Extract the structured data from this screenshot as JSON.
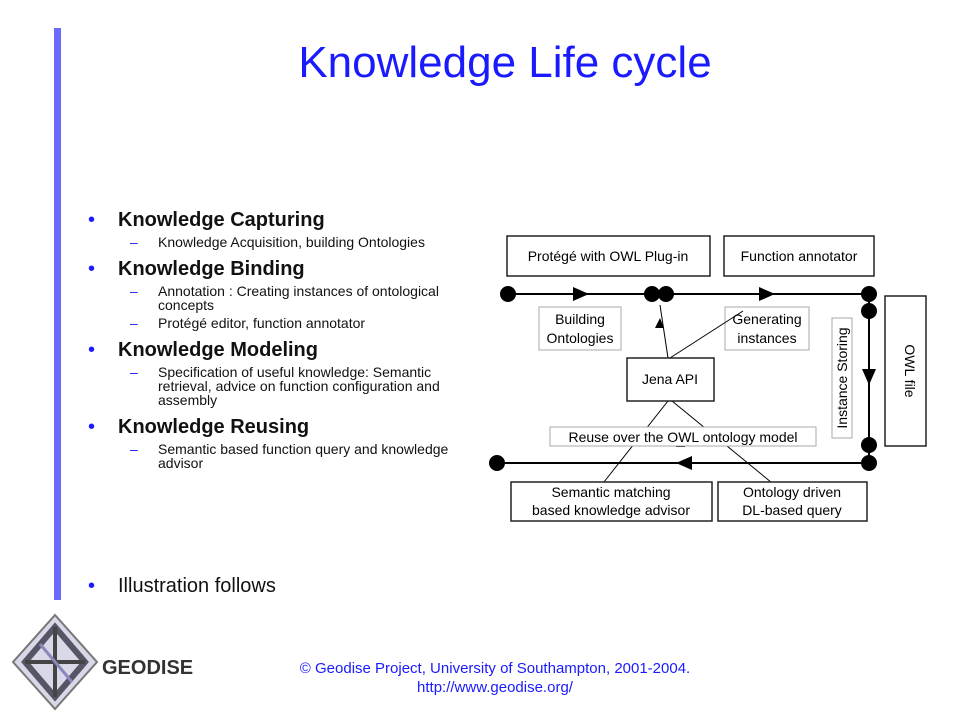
{
  "title": "Knowledge Life cycle",
  "bullets": [
    {
      "label": "Knowledge Capturing",
      "subs": [
        "Knowledge Acquisition, building Ontologies"
      ]
    },
    {
      "label": "Knowledge Binding",
      "subs": [
        "Annotation : Creating instances of ontological concepts",
        "Protégé editor, function annotator"
      ]
    },
    {
      "label": "Knowledge Modeling",
      "subs": [
        "Specification of useful knowledge: Semantic retrieval, advice on function configuration and assembly"
      ]
    },
    {
      "label": "Knowledge Reusing",
      "subs": [
        "Semantic based function query and knowledge advisor"
      ]
    }
  ],
  "illustration": "Illustration follows",
  "diagram": {
    "protege": "Protégé with OWL Plug-in",
    "function_annotator": "Function annotator",
    "building_1": "Building",
    "building_2": "Ontologies",
    "generating_1": "Generating",
    "generating_2": "instances",
    "jena": "Jena API",
    "instance_storing": "Instance Storing",
    "owl_file": "OWL file",
    "reuse": "Reuse over the OWL ontology model",
    "semantic_1": "Semantic matching",
    "semantic_2": "based knowledge advisor",
    "ontology_1": "Ontology driven",
    "ontology_2": "DL-based query"
  },
  "footer": {
    "line1": "© Geodise Project, University of Southampton, 2001-2004.",
    "line2": "http://www.geodise.org/"
  },
  "logo_text": "GEODISE",
  "colors": {
    "accent": "#1a1aff",
    "bar": "#6a6aff"
  }
}
